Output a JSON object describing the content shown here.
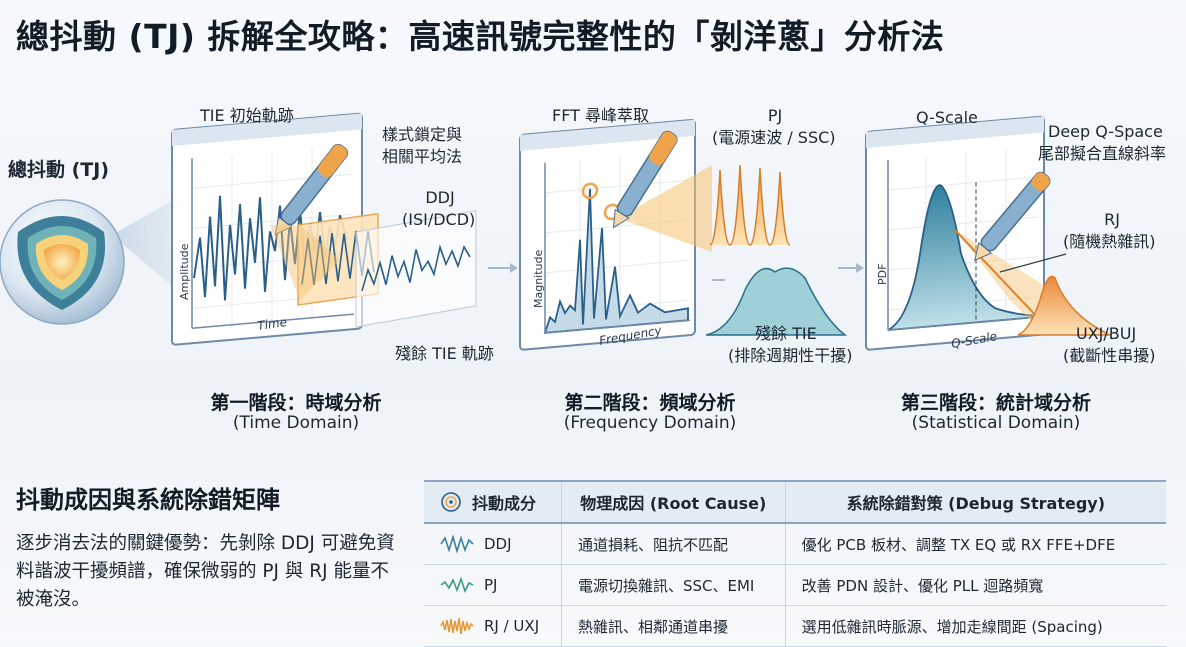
{
  "title": "總抖動 (TJ) 拆解全攻略：高速訊號完整性的「剝洋蔥」分析法",
  "onion": {
    "label": "總抖動 (TJ)"
  },
  "stage1": {
    "top_label": "TIE 初始軌跡",
    "pen_label_1": "樣式鎖定與",
    "pen_label_2": "相關平均法",
    "ddj_label_1": "DDJ",
    "ddj_label_2": "(ISI/DCD)",
    "residual_label": "殘餘 TIE 軌跡",
    "y_axis": "Amplitude",
    "x_axis": "Time",
    "title": "第一階段：時域分析",
    "subtitle": "(Time Domain)"
  },
  "stage2": {
    "top_label": "FFT 尋峰萃取",
    "pj_label_1": "PJ",
    "pj_label_2": "(電源速波 / SSC)",
    "residual_label_1": "殘餘 TIE",
    "residual_label_2": "(排除週期性干擾)",
    "y_axis": "Magnitude",
    "x_axis": "Frequency",
    "title": "第二階段：頻域分析",
    "subtitle": "(Frequency Domain)"
  },
  "stage3": {
    "top_label": "Q-Scale",
    "deep_label_1": "Deep Q-Space",
    "deep_label_2": "尾部擬合直線斜率",
    "rj_label_1": "RJ",
    "rj_label_2": "(隨機熱雜訊)",
    "uxj_label_1": "UXJ/BUJ",
    "uxj_label_2": "(截斷性串擾)",
    "y_axis": "PDF",
    "x_axis": "Q-Scale",
    "title": "第三階段：統計域分析",
    "subtitle": "(Statistical Domain)"
  },
  "matrix": {
    "title": "抖動成因與系統除錯矩陣",
    "description": "逐步消去法的關鍵優勢：先剝除 DDJ 可避免資料諧波干擾頻譜，確保微弱的 PJ 與 RJ 能量不被淹沒。",
    "headers": [
      "抖動成分",
      "物理成因 (Root Cause)",
      "系統除錯對策 (Debug Strategy)"
    ],
    "rows": [
      {
        "component": "DDJ",
        "cause": "通道損耗、阻抗不匹配",
        "strategy": "優化 PCB 板材、調整 TX EQ 或 RX FFE+DFE",
        "color": "#3f7f9e"
      },
      {
        "component": "PJ",
        "cause": "電源切換雜訊、SSC、EMI",
        "strategy": "改善 PDN 設計、優化 PLL 迴路頻寬",
        "color": "#3f9a8a"
      },
      {
        "component": "RJ / UXJ",
        "cause": "熱雜訊、相鄰通道串擾",
        "strategy": "選用低雜訊時脈源、增加走線間距 (Spacing)",
        "color": "#e39a3a"
      }
    ]
  },
  "colors": {
    "teal": "#3f8fa8",
    "orange": "#f0a44a",
    "navy": "#2a4f7a"
  }
}
